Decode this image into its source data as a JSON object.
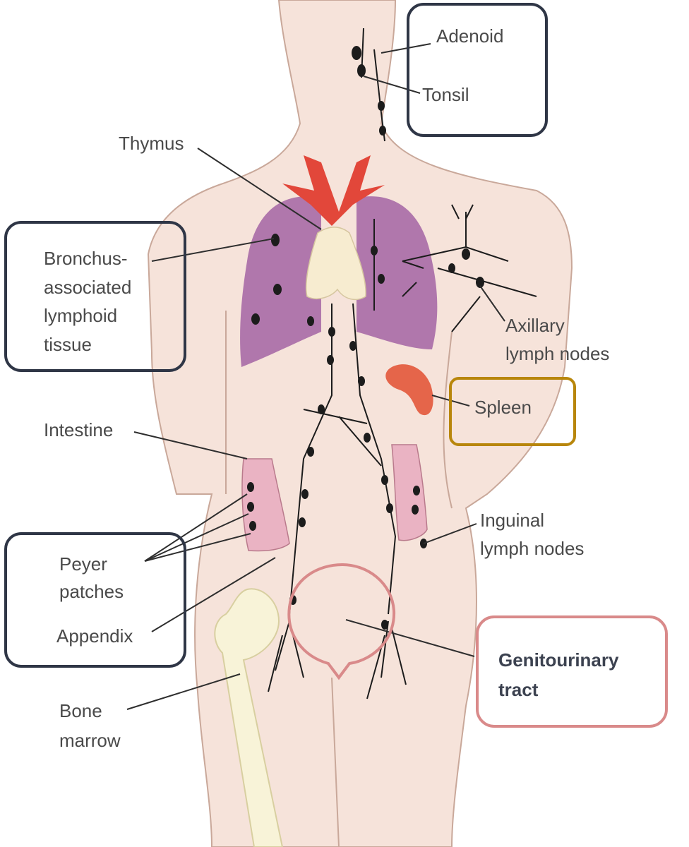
{
  "labels": {
    "adenoid": "Adenoid",
    "tonsil": "Tonsil",
    "thymus": "Thymus",
    "balt": [
      "Bronchus-",
      "associated",
      "lymphoid",
      "tissue"
    ],
    "axillary": [
      "Axillary",
      "lymph nodes"
    ],
    "spleen": "Spleen",
    "intestine": "Intestine",
    "inguinal": [
      "Inguinal",
      "lymph nodes"
    ],
    "peyer": [
      "Peyer",
      "patches"
    ],
    "appendix": "Appendix",
    "genitourinary": [
      "Genitourinary",
      "tract"
    ],
    "bone_marrow": [
      "Bone",
      "marrow"
    ]
  },
  "colors": {
    "skin": "#f6e3da",
    "skin_outline": "#c9a89a",
    "lung": "#a86aa6",
    "thymus": "#f7ecd0",
    "vessels_red": "#e2473a",
    "spleen": "#e5654a",
    "intestine": "#eab3c3",
    "bone": "#f8f3d8",
    "box_navy": "#2f3646",
    "box_gold": "#b8860b",
    "box_pink": "#d98a8a"
  }
}
